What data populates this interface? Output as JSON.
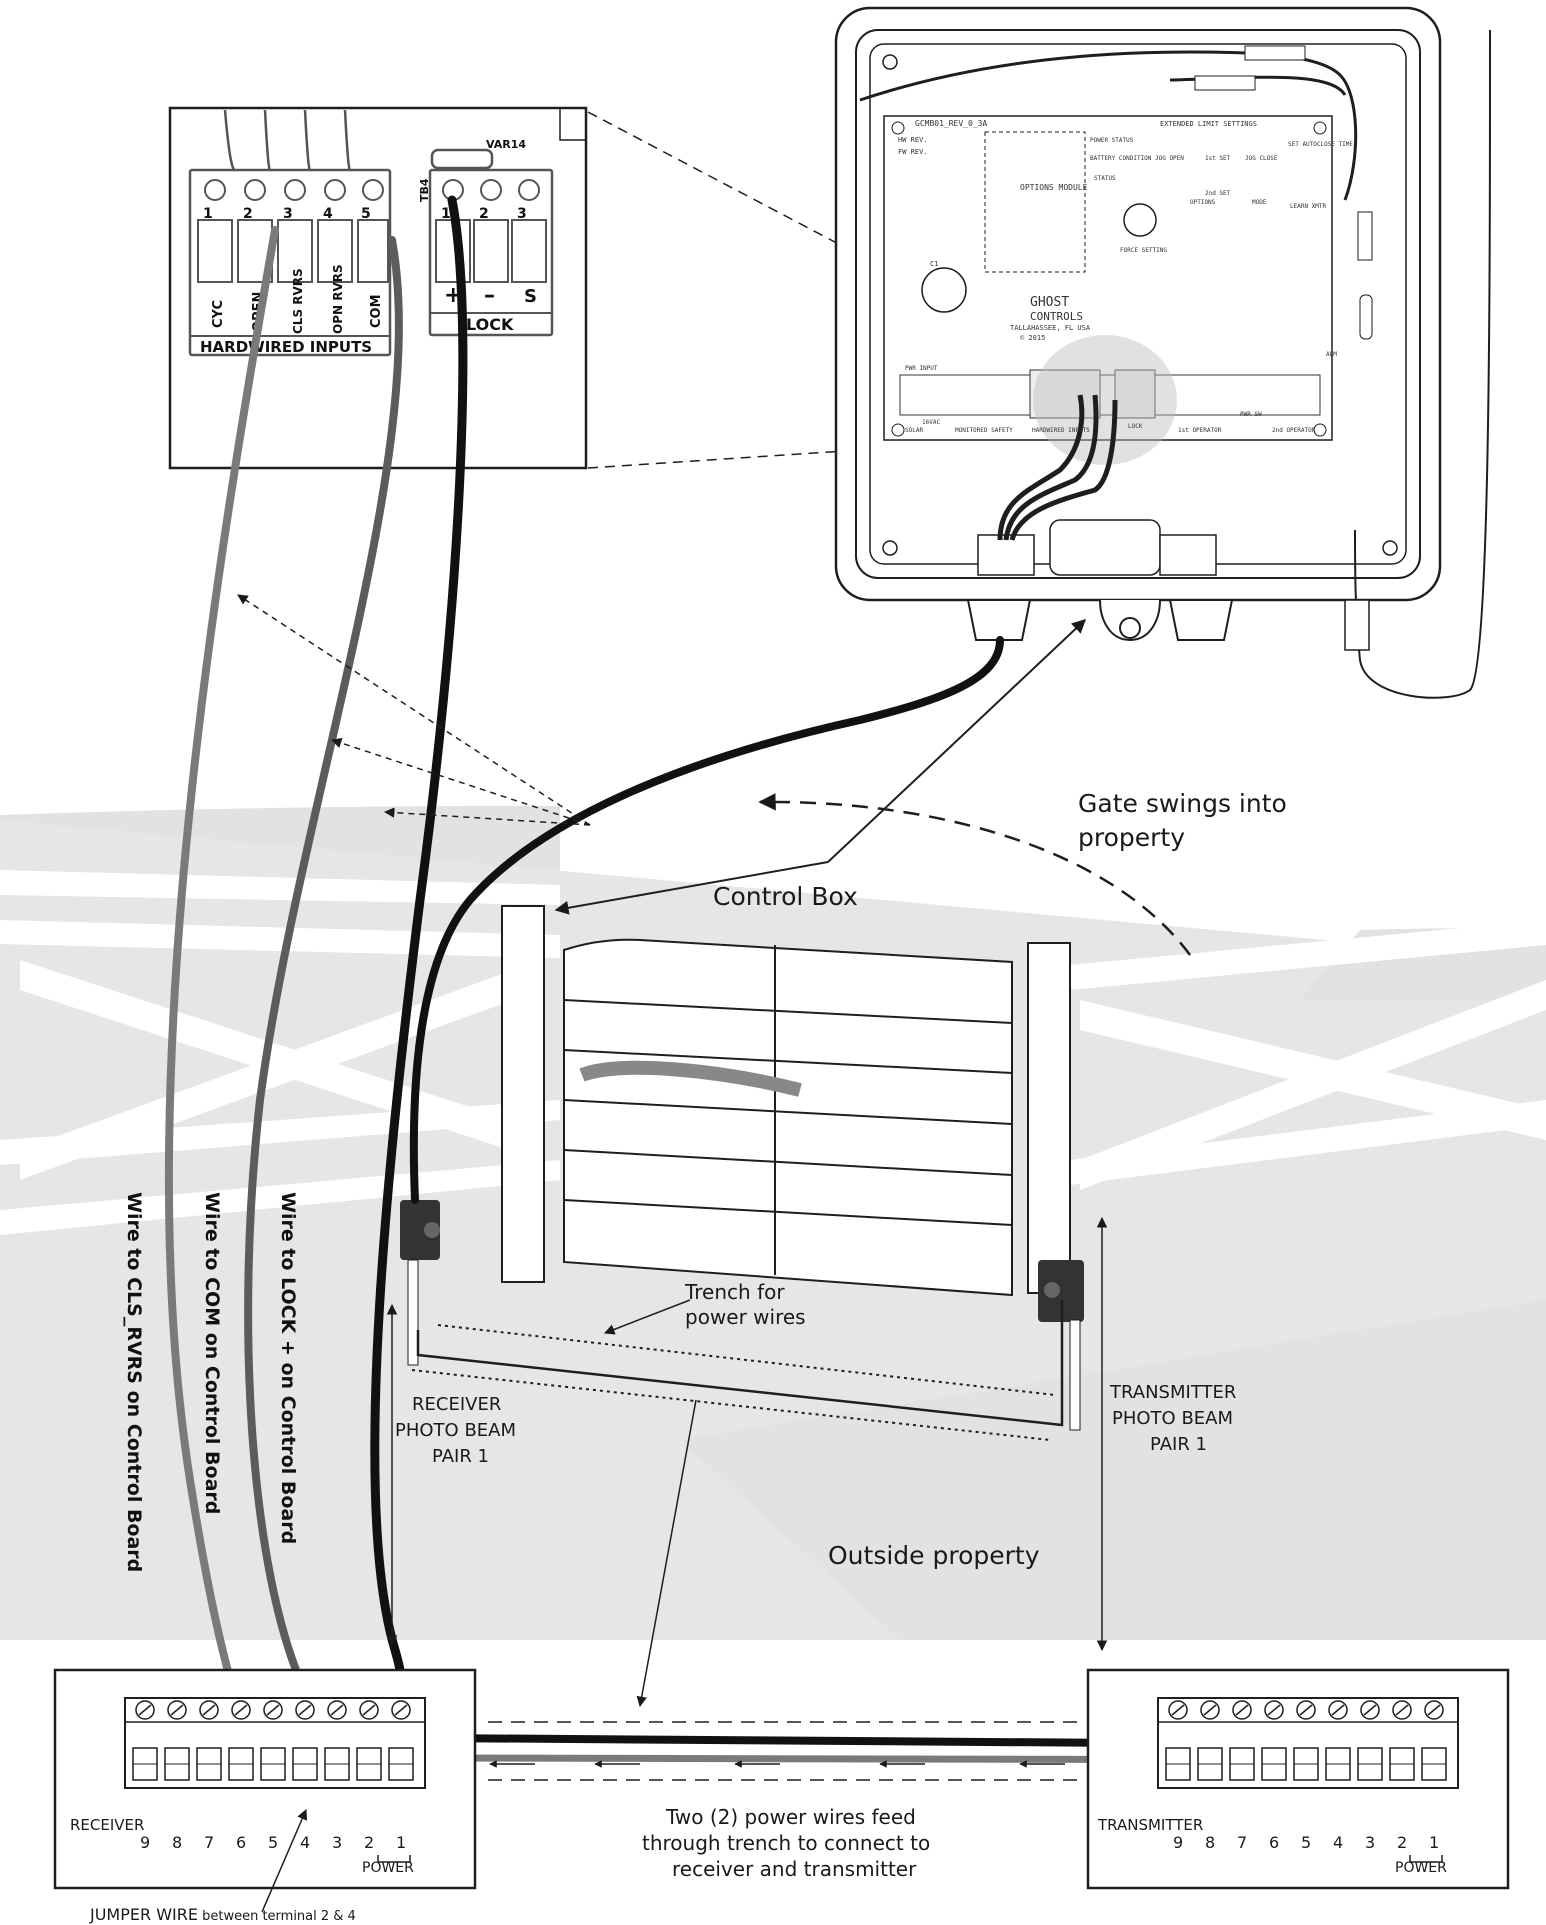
{
  "labels": {
    "gate_swings_line1": "Gate swings into",
    "gate_swings_line2": "property",
    "control_box": "Control Box",
    "trench_line1": "Trench for",
    "trench_line2": "power wires",
    "receiver_pb_line1": "RECEIVER",
    "receiver_pb_line2": "PHOTO BEAM",
    "receiver_pb_line3": "PAIR 1",
    "transmitter_pb_line1": "TRANSMITTER",
    "transmitter_pb_line2": "PHOTO BEAM",
    "transmitter_pb_line3": "PAIR 1",
    "outside_property": "Outside property",
    "power_feed_line1": "Two (2) power wires feed",
    "power_feed_line2": "through trench to connect to",
    "power_feed_line3": "receiver and transmitter",
    "jumper_main": "JUMPER WIRE",
    "jumper_detail": " between terminal 2 & 4"
  },
  "wire_labels": {
    "cls_rvrs": "Wire to CLS_RVRS on Control Board",
    "com": "Wire to COM on Control Board",
    "lock": "Wire to LOCK + on Control Board"
  },
  "receiver_box": {
    "title": "RECEIVER",
    "terminals": [
      "9",
      "8",
      "7",
      "6",
      "5",
      "4",
      "3",
      "2",
      "1"
    ],
    "power_label": "POWER"
  },
  "transmitter_box": {
    "title": "TRANSMITTER",
    "terminals": [
      "9",
      "8",
      "7",
      "6",
      "5",
      "4",
      "3",
      "2",
      "1"
    ],
    "power_label": "POWER"
  },
  "inset": {
    "hw_terminal_numbers": [
      "1",
      "2",
      "3",
      "4",
      "5"
    ],
    "hw_terminal_names": [
      "CYC",
      "OPEN",
      "CLS RVRS",
      "OPN RVRS",
      "COM"
    ],
    "hw_block_label": "HARDWIRED INPUTS",
    "lock_numbers": [
      "1",
      "2",
      "3"
    ],
    "lock_symbols": [
      "+",
      "–",
      "S"
    ],
    "lock_label": "LOCK",
    "tb_label": "TB4",
    "var_label": "VAR14"
  },
  "board": {
    "part": "GCMB01_REV_0_3A",
    "hw_rev": "HW REV.",
    "fw_rev": "FW REV.",
    "options_module": "OPTIONS MODULE",
    "brand_line1": "GHOST",
    "brand_line2": "CONTROLS",
    "city": "TALLAHASSEE, FL USA",
    "year": "© 2015",
    "ext_limit": "EXTENDED LIMIT SETTINGS",
    "power_status": "POWER STATUS",
    "battery_condition": "BATTERY CONDITION",
    "status": "STATUS",
    "jog_open": "JOG OPEN",
    "first_set": "1st SET",
    "jog_close": "JOG CLOSE",
    "second_set": "2nd SET",
    "set_autoclose": "SET AUTOCLOSE TIME",
    "force_setting": "FORCE SETTING",
    "options": "OPTIONS",
    "mode": "MODE",
    "learn_xmtr": "LEARN XMTR",
    "hardwired_inputs": "HARDWIRED INPUTS",
    "monitored_safety": "MONITORED SAFETY",
    "lock": "LOCK",
    "first_operator": "1st OPERATOR",
    "second_operator": "2nd OPERATOR",
    "solar": "SOLAR",
    "pwr_input": "PWR INPUT",
    "vac": "16VAC",
    "pwr_sw": "PWR SW",
    "alm": "ALM",
    "c1": "C1"
  },
  "colors": {
    "wire_black": "#111111",
    "wire_gray": "#7a7a7a",
    "wire_mid": "#5c5c5c",
    "ground": "#e2e2e2",
    "fence": "#ffffff",
    "outline": "#1e1e1e"
  }
}
